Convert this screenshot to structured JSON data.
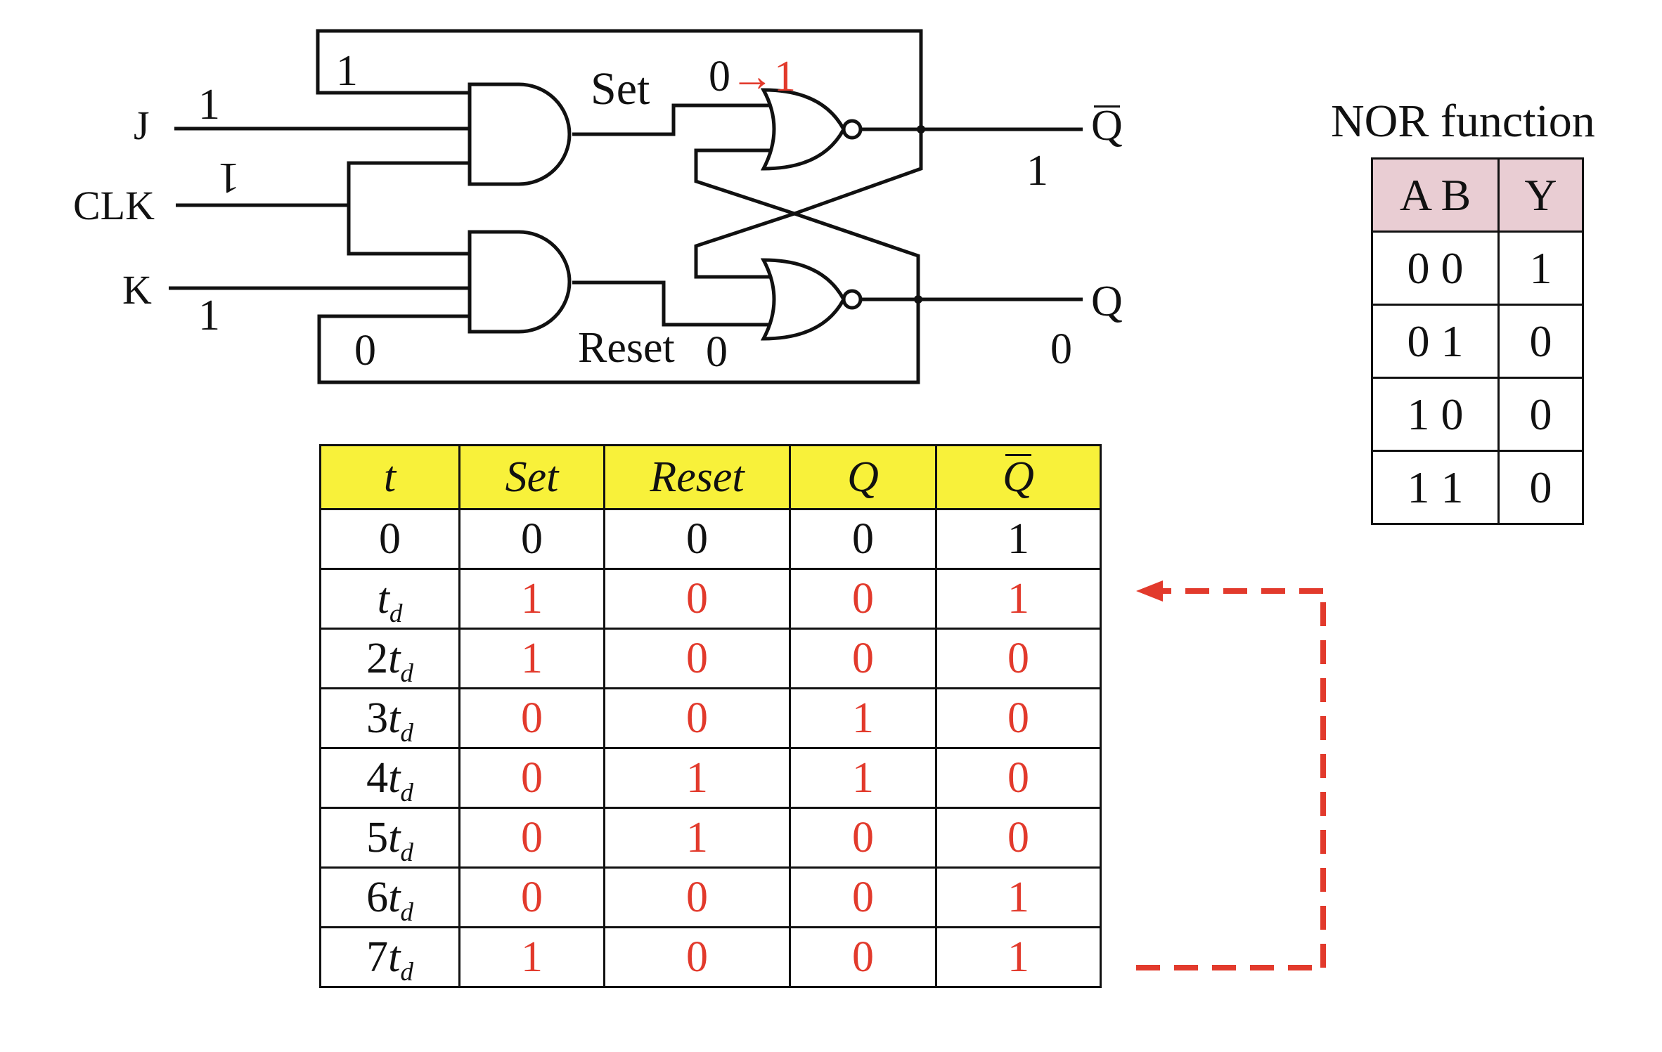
{
  "circuit": {
    "inputs": {
      "j_label": "J",
      "clk_label": "CLK",
      "k_label": "K"
    },
    "outputs": {
      "qbar_label": "Q",
      "q_label": "Q"
    },
    "gate_labels": {
      "set_label": "Set",
      "reset_label": "Reset"
    },
    "values": {
      "top_feedback": "1",
      "j_value": "1",
      "clk_value": "1",
      "k_value": "1",
      "bottom_feedback": "0",
      "set_old": "0",
      "set_arrow": "→",
      "set_new": "1",
      "reset_value": "0",
      "qbar_value": "1",
      "q_value": "0"
    },
    "colors": {
      "wire": "#111111",
      "highlight": "#e23a2c"
    }
  },
  "timing_table": {
    "headers": [
      "t",
      "Set",
      "Reset",
      "Q",
      "Q"
    ],
    "rows": [
      {
        "t_coef": "",
        "t_var": "0",
        "t_sub": "",
        "values": [
          "0",
          "0",
          "0",
          "1"
        ],
        "colored": false
      },
      {
        "t_coef": "",
        "t_var": "t",
        "t_sub": "d",
        "values": [
          "1",
          "0",
          "0",
          "1"
        ],
        "colored": true
      },
      {
        "t_coef": "2",
        "t_var": "t",
        "t_sub": "d",
        "values": [
          "1",
          "0",
          "0",
          "0"
        ],
        "colored": true
      },
      {
        "t_coef": "3",
        "t_var": "t",
        "t_sub": "d",
        "values": [
          "0",
          "0",
          "1",
          "0"
        ],
        "colored": true
      },
      {
        "t_coef": "4",
        "t_var": "t",
        "t_sub": "d",
        "values": [
          "0",
          "1",
          "1",
          "0"
        ],
        "colored": true
      },
      {
        "t_coef": "5",
        "t_var": "t",
        "t_sub": "d",
        "values": [
          "0",
          "1",
          "0",
          "0"
        ],
        "colored": true
      },
      {
        "t_coef": "6",
        "t_var": "t",
        "t_sub": "d",
        "values": [
          "0",
          "0",
          "0",
          "1"
        ],
        "colored": true
      },
      {
        "t_coef": "7",
        "t_var": "t",
        "t_sub": "d",
        "values": [
          "1",
          "0",
          "0",
          "1"
        ],
        "colored": true
      }
    ],
    "header_color": "#f8f13a",
    "value_color": "#e23a2c"
  },
  "nor_table": {
    "title": "NOR function",
    "headers": [
      "A B",
      "Y"
    ],
    "rows": [
      [
        "0 0",
        "1"
      ],
      [
        "0 1",
        "0"
      ],
      [
        "1 0",
        "0"
      ],
      [
        "1 1",
        "0"
      ]
    ],
    "header_color": "#e9cdd3"
  },
  "loop_arrow": {
    "color": "#e23a2c",
    "style": "dashed"
  }
}
